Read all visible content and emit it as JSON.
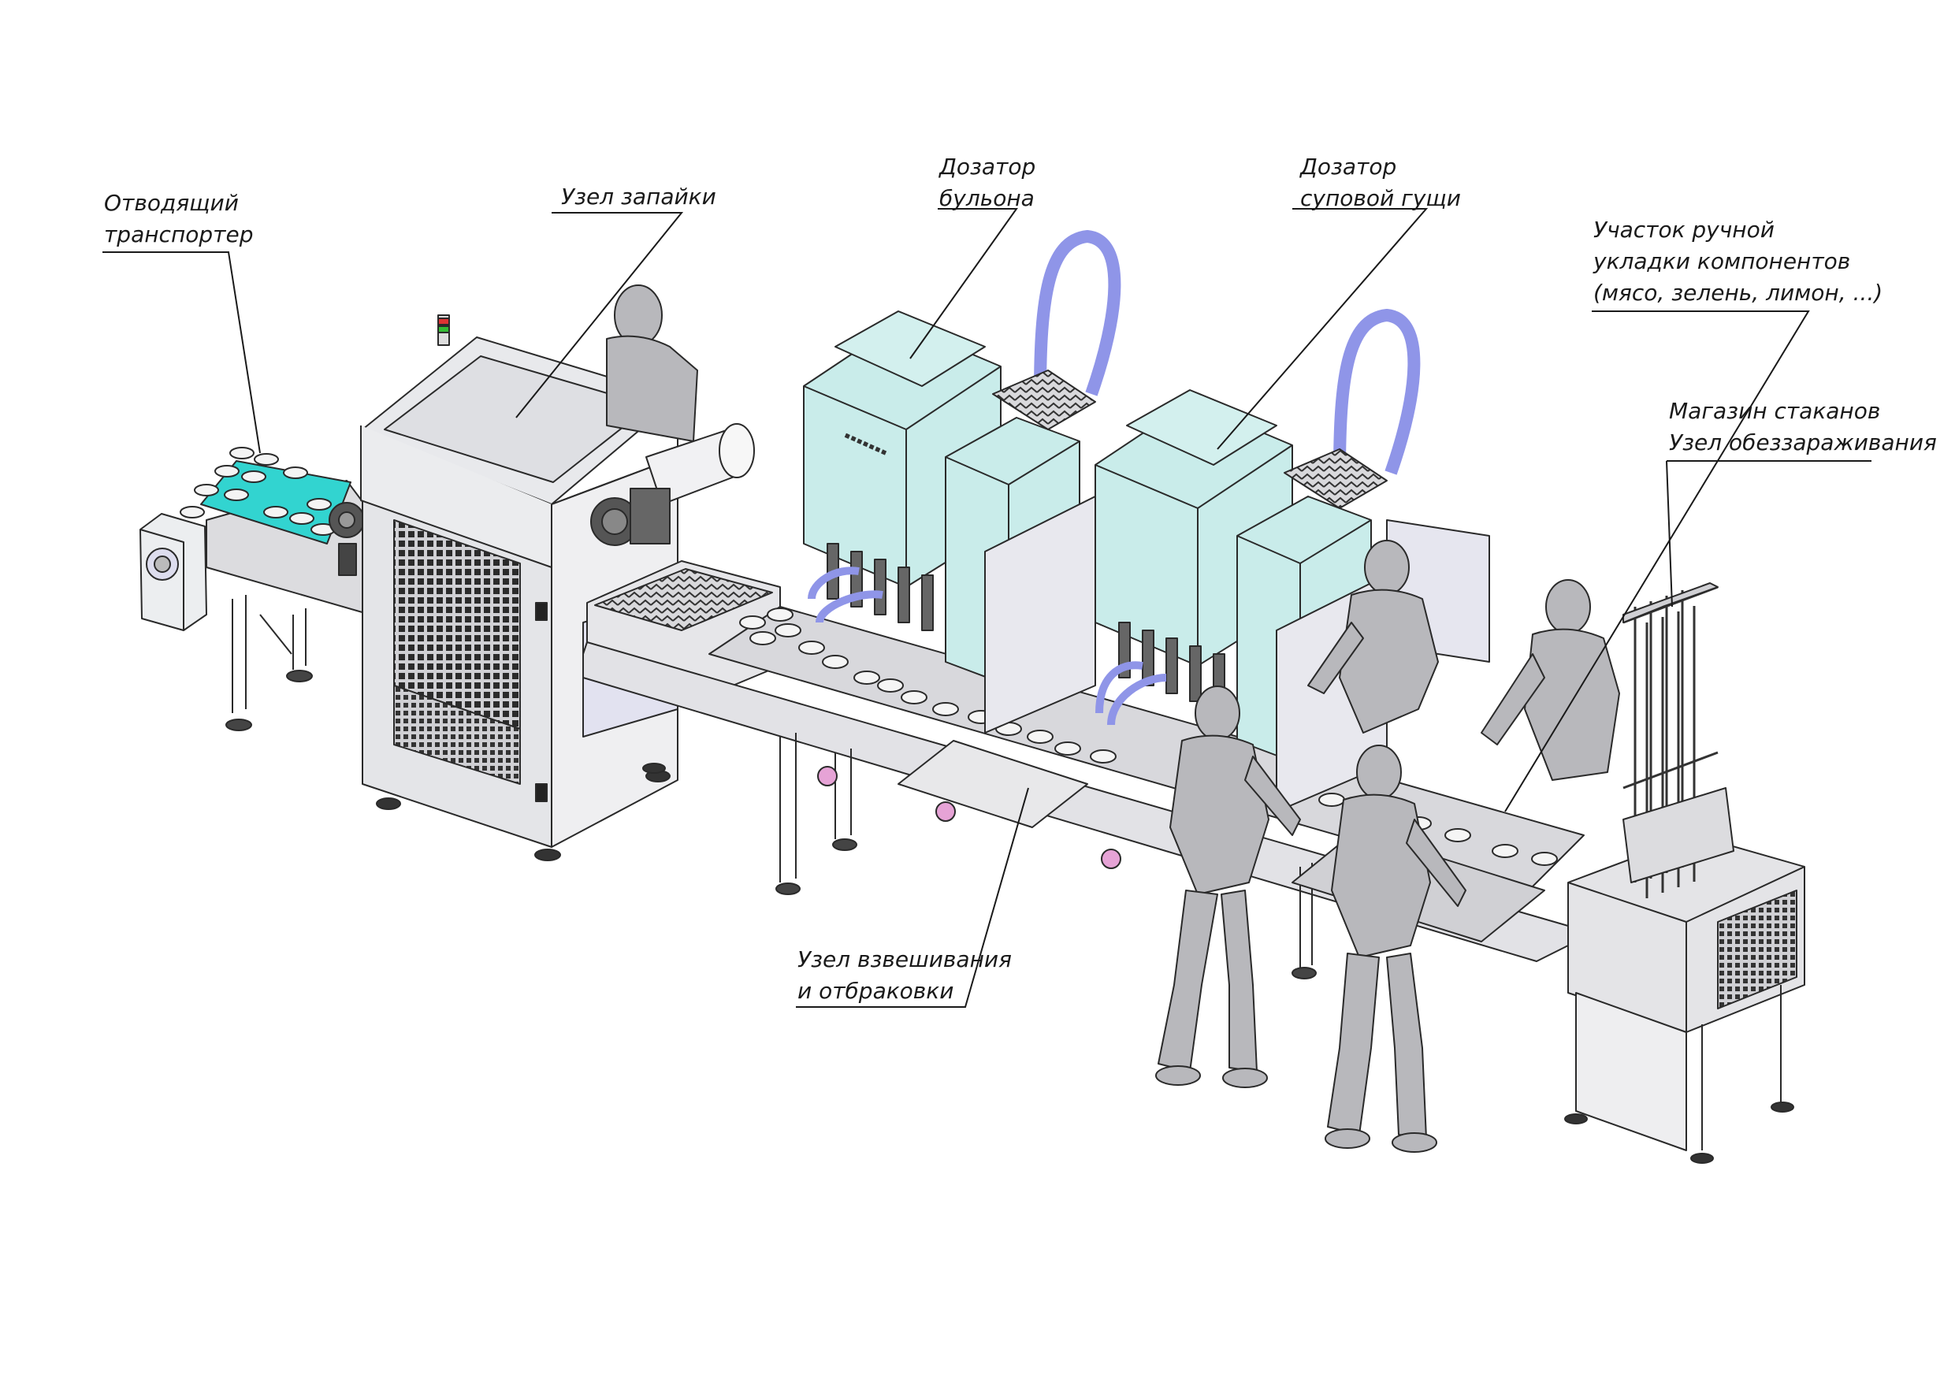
{
  "labels": {
    "outfeed_conveyor": {
      "line1": "Отводящий",
      "line2": "транспортер"
    },
    "sealing_unit": {
      "line1": "Узел запайки"
    },
    "broth_doser": {
      "line1": "Дозатор",
      "line2": "бульона"
    },
    "soup_solids_doser": {
      "line1": "Дозатор",
      "line2": "суповой гущи"
    },
    "manual_placement": {
      "line1": "Участок ручной",
      "line2": "укладки компонентов",
      "line3": "(мясо, зелень, лимон, ...)"
    },
    "cup_magazine": {
      "line1": "Магазин стаканов",
      "line2": "Узел обеззараживания"
    },
    "weighing_unit": {
      "line1": "Узел взвешивания",
      "line2": "и отбраковки"
    }
  },
  "colors": {
    "machine_panel": "#e8e8ea",
    "doser_body": "#c9ecea",
    "hose": "#8f95e8",
    "conveyor_belt": "#32d4d0",
    "human_figure": "#b8b8bc",
    "outline": "#2a2a2a"
  }
}
